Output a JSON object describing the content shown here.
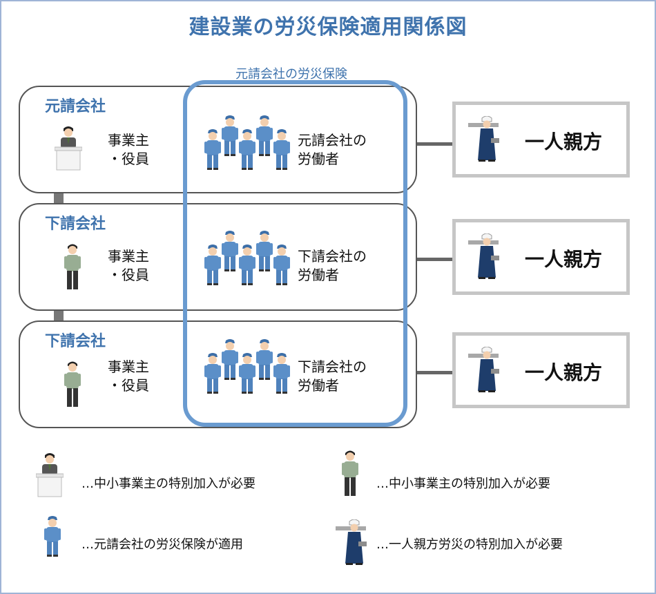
{
  "title": "建設業の労災保険適用関係図",
  "insurance_label": "元請会社の労災保険",
  "companies": [
    {
      "name": "元請会社",
      "role_line1": "事業主",
      "role_line2": "・役員",
      "workers_line1": "元請会社の",
      "workers_line2": "労働者"
    },
    {
      "name": "下請会社",
      "role_line1": "事業主",
      "role_line2": "・役員",
      "workers_line1": "下請会社の",
      "workers_line2": "労働者"
    },
    {
      "name": "下請会社",
      "role_line1": "事業主",
      "role_line2": "・役員",
      "workers_line1": "下請会社の",
      "workers_line2": "労働者"
    }
  ],
  "oyakata": [
    "一人親方",
    "一人親方",
    "一人親方"
  ],
  "legend": [
    {
      "icon": "desk-executive-icon",
      "text": "…中小事業主の特別加入が必要"
    },
    {
      "icon": "standing-manager-icon",
      "text": "…中小事業主の特別加入が必要"
    },
    {
      "icon": "worker-icon",
      "text": "…元請会社の労災保険が適用"
    },
    {
      "icon": "oyakata-worker-icon",
      "text": "…一人親方労災の特別加入が必要"
    }
  ],
  "colors": {
    "accent": "#3f73ad",
    "insurance_border": "#6a9bd0",
    "worker_uniform": "#5b8fc8"
  }
}
